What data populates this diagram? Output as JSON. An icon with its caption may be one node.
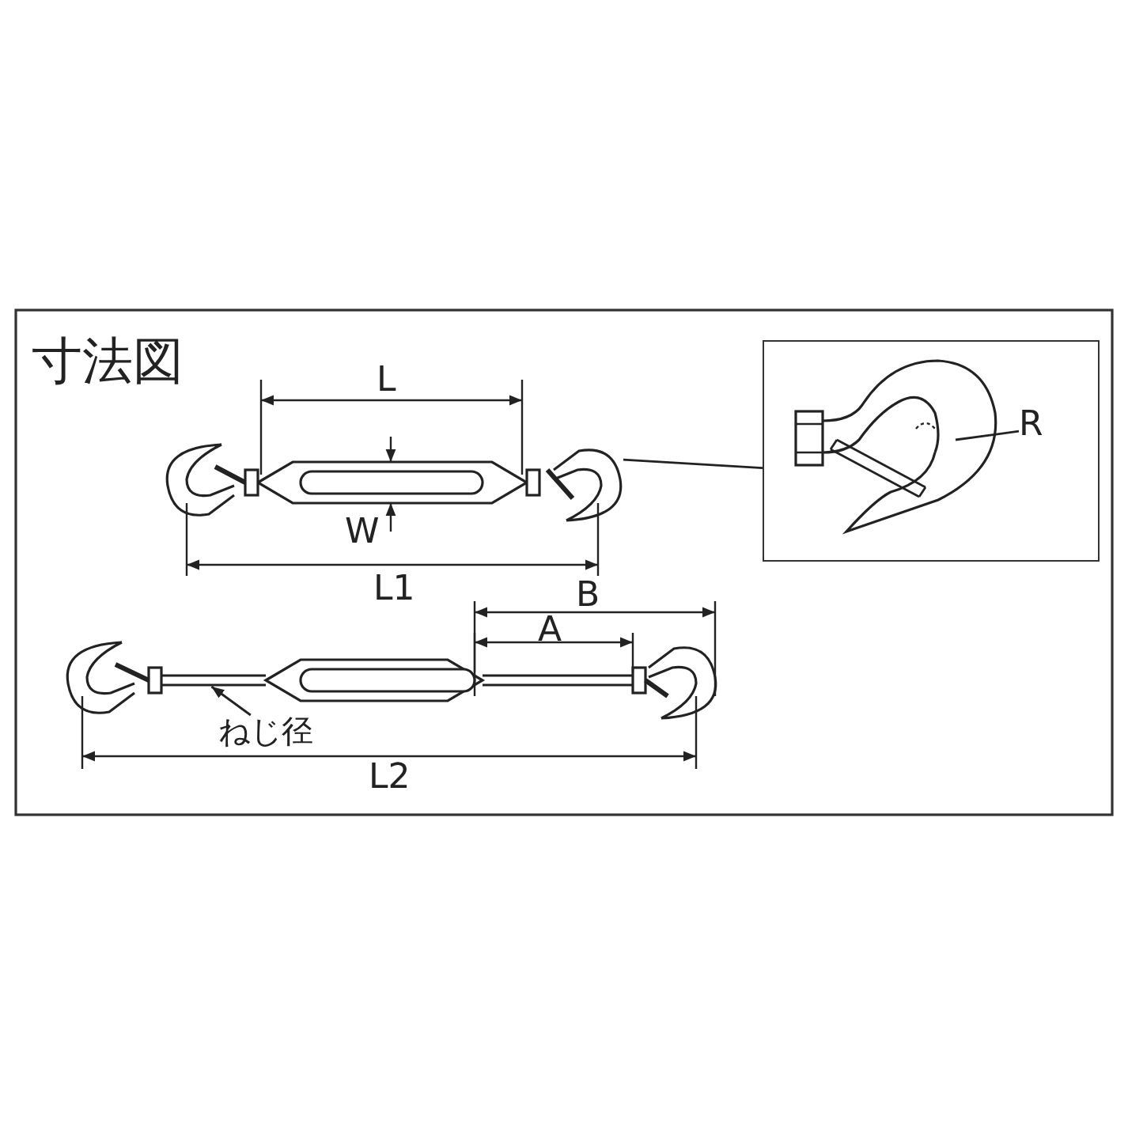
{
  "diagram": {
    "title": "寸法図",
    "nodes": [
      {
        "text": [],
        "shape": "picture"
      },
      {
        "text": [],
        "shape": "picture"
      },
      {
        "text": [
          "R"
        ],
        "in": 1
      },
      {
        "text": [
          "ねじ径"
        ]
      },
      {
        "text": [],
        "shape": "bar"
      }
    ],
    "edges": [
      {
        "from": 0,
        "to": 1,
        "arrow": "none"
      },
      {
        "from": 2,
        "to": null,
        "arrow": "none"
      },
      {
        "from": 3,
        "to": 4,
        "arrow": "to"
      }
    ],
    "labels": [
      "L",
      "W",
      "L1",
      "B",
      "A",
      "L2"
    ]
  }
}
